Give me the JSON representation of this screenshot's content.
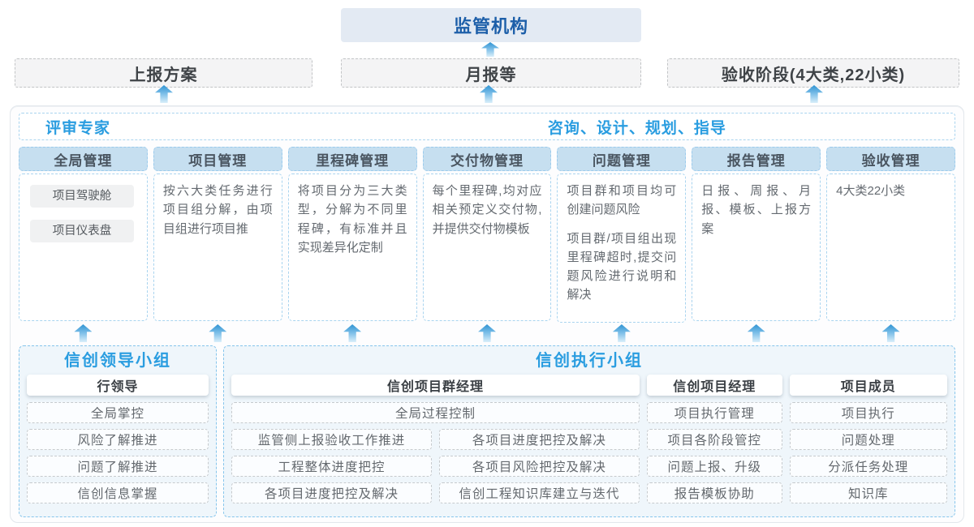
{
  "colors": {
    "accent_blue": "#2a9de0",
    "dark_blue": "#1d5fa9",
    "header_fill": "#c6dff0",
    "panel_fill": "#eff6fb",
    "dashed_blue": "#86c5ec"
  },
  "top": {
    "regulator": "监管机构",
    "boxes": [
      "上报方案",
      "月报等",
      "验收阶段(4大类,22小类)"
    ]
  },
  "middle": {
    "left_role": "评审专家",
    "right_role": "咨询、设计、规划、指导",
    "columns": [
      {
        "title": "全局管理",
        "chips": [
          "项目驾驶舱",
          "项目仪表盘"
        ]
      },
      {
        "title": "项目管理",
        "p1": "按六大类任务进行项目组分解，由项目组进行项目推"
      },
      {
        "title": "里程碑管理",
        "p1": "将项目分为三大类型，分解为不同里程碑，有标准并且实现差异化定制"
      },
      {
        "title": "交付物管理",
        "p1": "每个里程碑,均对应相关预定义交付物,并提供交付物模板"
      },
      {
        "title": "问题管理",
        "p1": "项目群和项目均可创建问题风险",
        "p2": "项目群/项目组出现里程碑超时,提交问题风险进行说明和解决"
      },
      {
        "title": "报告管理",
        "p1": "日报、周报、月报、模板、上报方案"
      },
      {
        "title": "验收管理",
        "p1": "4大类22小类"
      }
    ]
  },
  "bottom": {
    "leader": {
      "title": "信创领导小组",
      "role": "行领导",
      "items": [
        "全局掌控",
        "风险了解推进",
        "问题了解推进",
        "信创信息掌握"
      ]
    },
    "exec": {
      "title": "信创执行小组",
      "group_manager": {
        "role": "信创项目群经理",
        "full_item": "全局过程控制",
        "rows": [
          [
            "监管侧上报验收工作推进",
            "各项目进度把控及解决"
          ],
          [
            "工程整体进度把控",
            "各项目风险把控及解决"
          ],
          [
            "各项目进度把控及解决",
            "信创工程知识库建立与迭代"
          ]
        ]
      },
      "project_manager": {
        "role": "信创项目经理",
        "items": [
          "项目执行管理",
          "项目各阶段管控",
          "问题上报、升级",
          "报告模板协助"
        ]
      },
      "member": {
        "role": "项目成员",
        "items": [
          "项目执行",
          "问题处理",
          "分派任务处理",
          "知识库"
        ]
      }
    }
  }
}
